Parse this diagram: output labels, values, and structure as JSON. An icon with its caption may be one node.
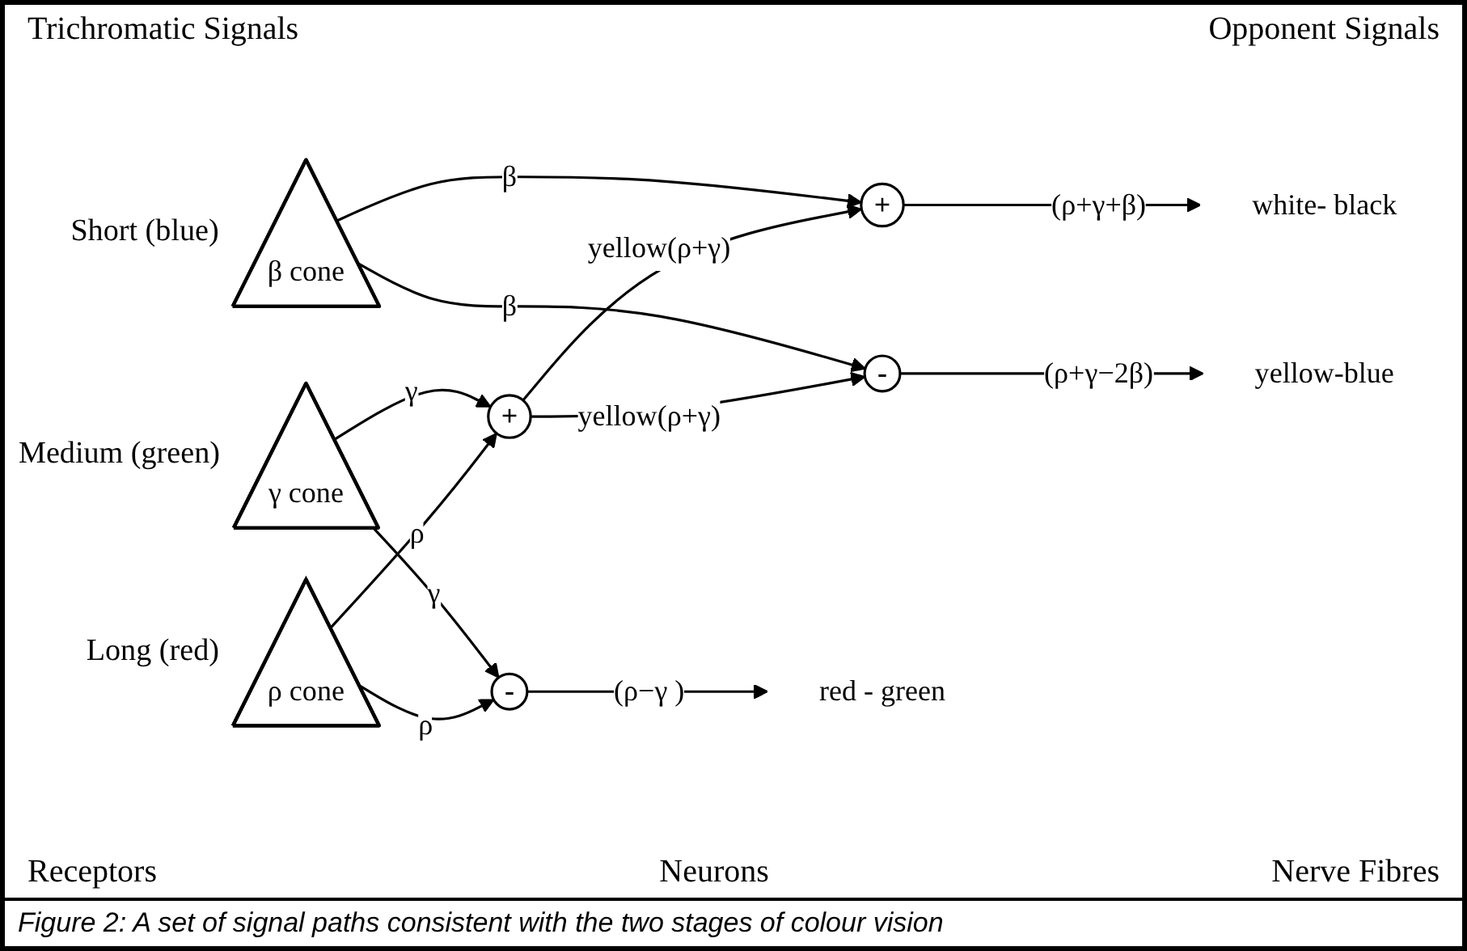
{
  "diagram": {
    "caption": "Figure 2: A set of signal paths consistent with the two stages of colour vision",
    "nodes": [
      {
        "text": [
          "ρ cone"
        ],
        "beside": [
          "Long (red)"
        ]
      },
      {
        "text": [
          "γ cone"
        ],
        "beside": [
          "Medium (green)"
        ]
      },
      {
        "text": [
          "β cone"
        ],
        "beside": [
          "Short (blue)"
        ]
      },
      {
        "text": [
          "-"
        ]
      },
      {
        "text": [
          "+"
        ]
      },
      {
        "text": [
          "+"
        ]
      },
      {
        "text": [
          "-"
        ]
      },
      {
        "text": [
          "red - green"
        ]
      },
      {
        "text": [
          "white- black"
        ]
      },
      {
        "text": [
          "yellow-blue"
        ]
      }
    ],
    "edges": [
      {
        "from": 0,
        "to": 3,
        "arrow": "to",
        "label": "ρ"
      },
      {
        "from": 1,
        "to": 3,
        "arrow": "to",
        "label": "γ"
      },
      {
        "from": 0,
        "to": 4,
        "arrow": "to",
        "label": "ρ"
      },
      {
        "from": 1,
        "to": 4,
        "arrow": "to",
        "label": "γ"
      },
      {
        "from": 4,
        "to": 5,
        "arrow": "to",
        "label": "yellow(ρ+γ)"
      },
      {
        "from": 2,
        "to": 5,
        "arrow": "to",
        "label": "β"
      },
      {
        "from": 4,
        "to": 6,
        "arrow": "to",
        "label": "yellow(ρ+γ)"
      },
      {
        "from": 2,
        "to": 6,
        "arrow": "to",
        "label": "β"
      },
      {
        "from": 3,
        "to": 7,
        "arrow": "to",
        "label": "(ρ−γ )"
      },
      {
        "from": 5,
        "to": 8,
        "arrow": "to",
        "label": "(ρ+γ+β)"
      },
      {
        "from": 6,
        "to": 9,
        "arrow": "to",
        "label": "(ρ+γ−2β)"
      }
    ],
    "labels": [
      "Trichromatic Signals",
      "Opponent Signals",
      "Receptors",
      "Neurons",
      "Nerve Fibres"
    ]
  }
}
